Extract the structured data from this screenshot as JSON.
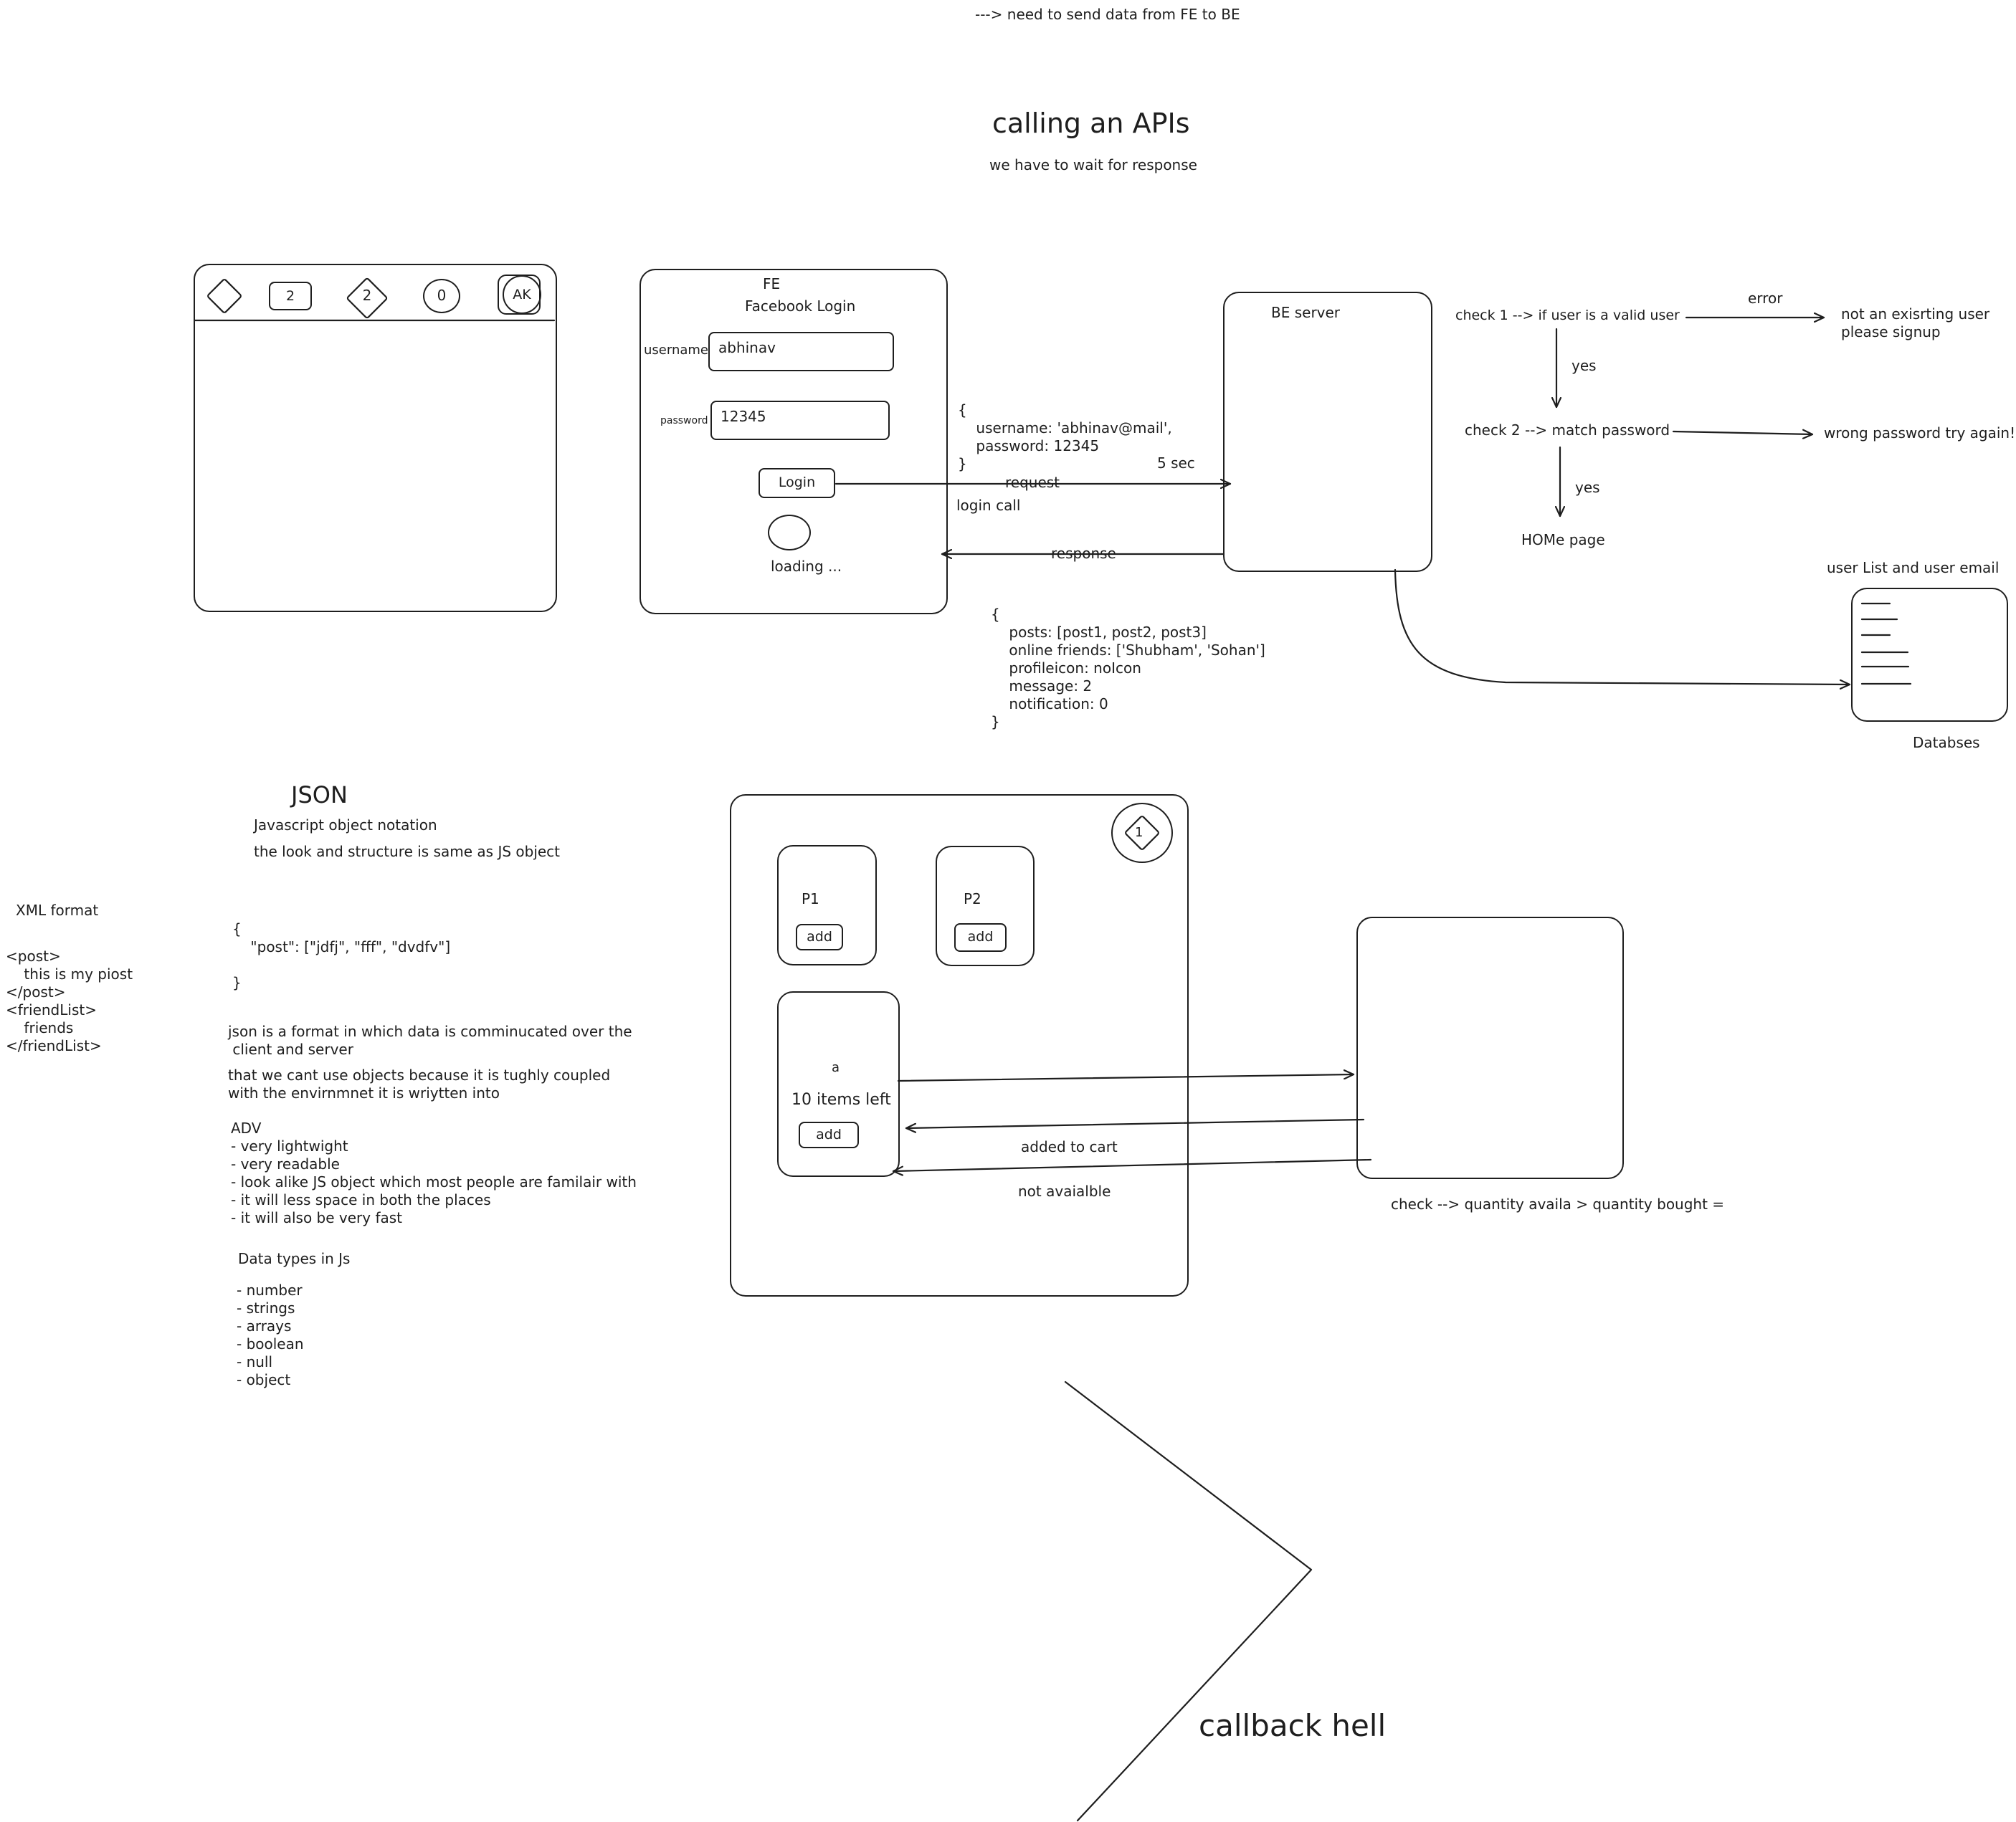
{
  "header": {
    "note": "---> need to send data from FE to BE",
    "title": "calling an APIs",
    "subtitle": "we have to wait for response"
  },
  "home_mock": {
    "nav_badges": [
      "2",
      "2",
      "0"
    ],
    "avatar": "AK"
  },
  "login_mock": {
    "fe_label": "FE",
    "heading": "Facebook Login",
    "username_label": "username",
    "username_value": "abhinav",
    "password_label": "password",
    "password_value": "12345",
    "login_button": "Login",
    "loading": "loading ..."
  },
  "request": {
    "payload": "{\n    username: 'abhinav@mail',\n    password: 12345\n}",
    "arrow_label": "request",
    "time": "5 sec",
    "call_label": "login call",
    "response_label": "response",
    "response_payload": "{\n    posts: [post1, post2, post3]\n    online friends: ['Shubham', 'Sohan']\n    profileicon: noIcon\n    message: 2\n    notification: 0\n}"
  },
  "server": {
    "label": "BE server"
  },
  "checks": {
    "check1": "check 1 --> if user is a valid user",
    "error_label": "error",
    "error_result": "not an exisrting user\nplease signup",
    "yes1": "yes",
    "check2": "check 2 --> match password",
    "wrong_result": "wrong password try again!!",
    "yes2": "yes",
    "home": "HOMe page"
  },
  "database": {
    "top_label": "user List and user email",
    "bottom_label": "Databses"
  },
  "json_notes": {
    "title": "JSON",
    "line1": "Javascript object notation",
    "line2": "the look and structure is same as JS object",
    "example": "{\n    \"post\": [\"jdfj\", \"fff\", \"dvdfv\"]\n\n}",
    "desc1": "json is a format in which data is comminucated over the\n client and server",
    "desc2": "that we cant use objects because it is tughly coupled\nwith the envirnmnet it is wriytten into",
    "adv": "ADV\n- very lightwight\n- very readable\n- look alike JS object which most people are familair with\n- it will less space in both the places\n- it will also be very fast",
    "types_title": "Data types in Js",
    "types": "- number\n- strings\n- arrays\n- boolean\n- null\n- object"
  },
  "xml_notes": {
    "title": "XML format",
    "body": "<post>\n    this is my piost\n</post>\n<friendList>\n    friends\n</friendList>"
  },
  "cart_mock": {
    "badge": "1",
    "p1": "P1",
    "p2": "P2",
    "add": "add",
    "a": "a",
    "items_left": "10 items left",
    "added_label": "added to cart",
    "not_available": "not avaialble",
    "check": "check --> quantity availa > quantity bought ="
  },
  "callback": {
    "label": "callback hell"
  }
}
